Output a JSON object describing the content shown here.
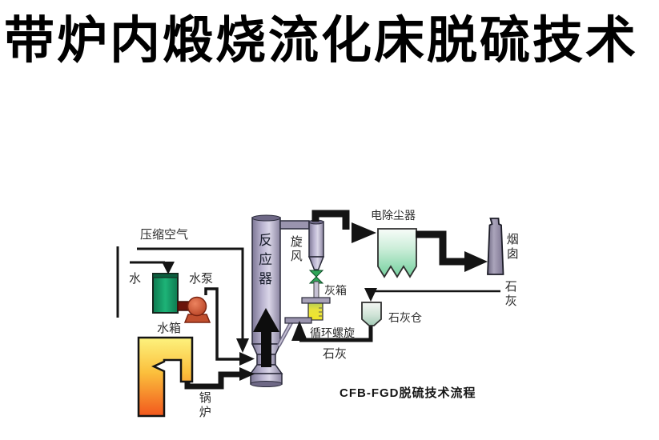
{
  "title": "带炉内煅烧流化床脱硫技术",
  "caption": "CFB-FGD脱硫技术流程",
  "labels": {
    "compressed_air": "压缩空气",
    "water": "水",
    "water_pump": "水泵",
    "water_tank": "水箱",
    "boiler": "锅炉",
    "reactor": "反应器",
    "cyclone": "旋风",
    "ash_box": "灰箱",
    "circulating_screw": "循环螺旋",
    "lime_bottom": "石灰",
    "esp": "电除尘器",
    "chimney": "烟囱",
    "lime_right": "石灰",
    "lime_silo": "石灰仓"
  },
  "colors": {
    "reactor_lavender": "#b7b1cd",
    "tank_green": "#17a06b",
    "pump_red": "#c14f2e",
    "boiler_yellow": "#fdf37e",
    "boiler_orange": "#f2571d",
    "ash_box_yellow": "#efe32e",
    "esp_green": "#74d09e",
    "chimney_gray": "#948ca6",
    "valve_green": "#2fa558",
    "pipe_black": "#141414"
  }
}
